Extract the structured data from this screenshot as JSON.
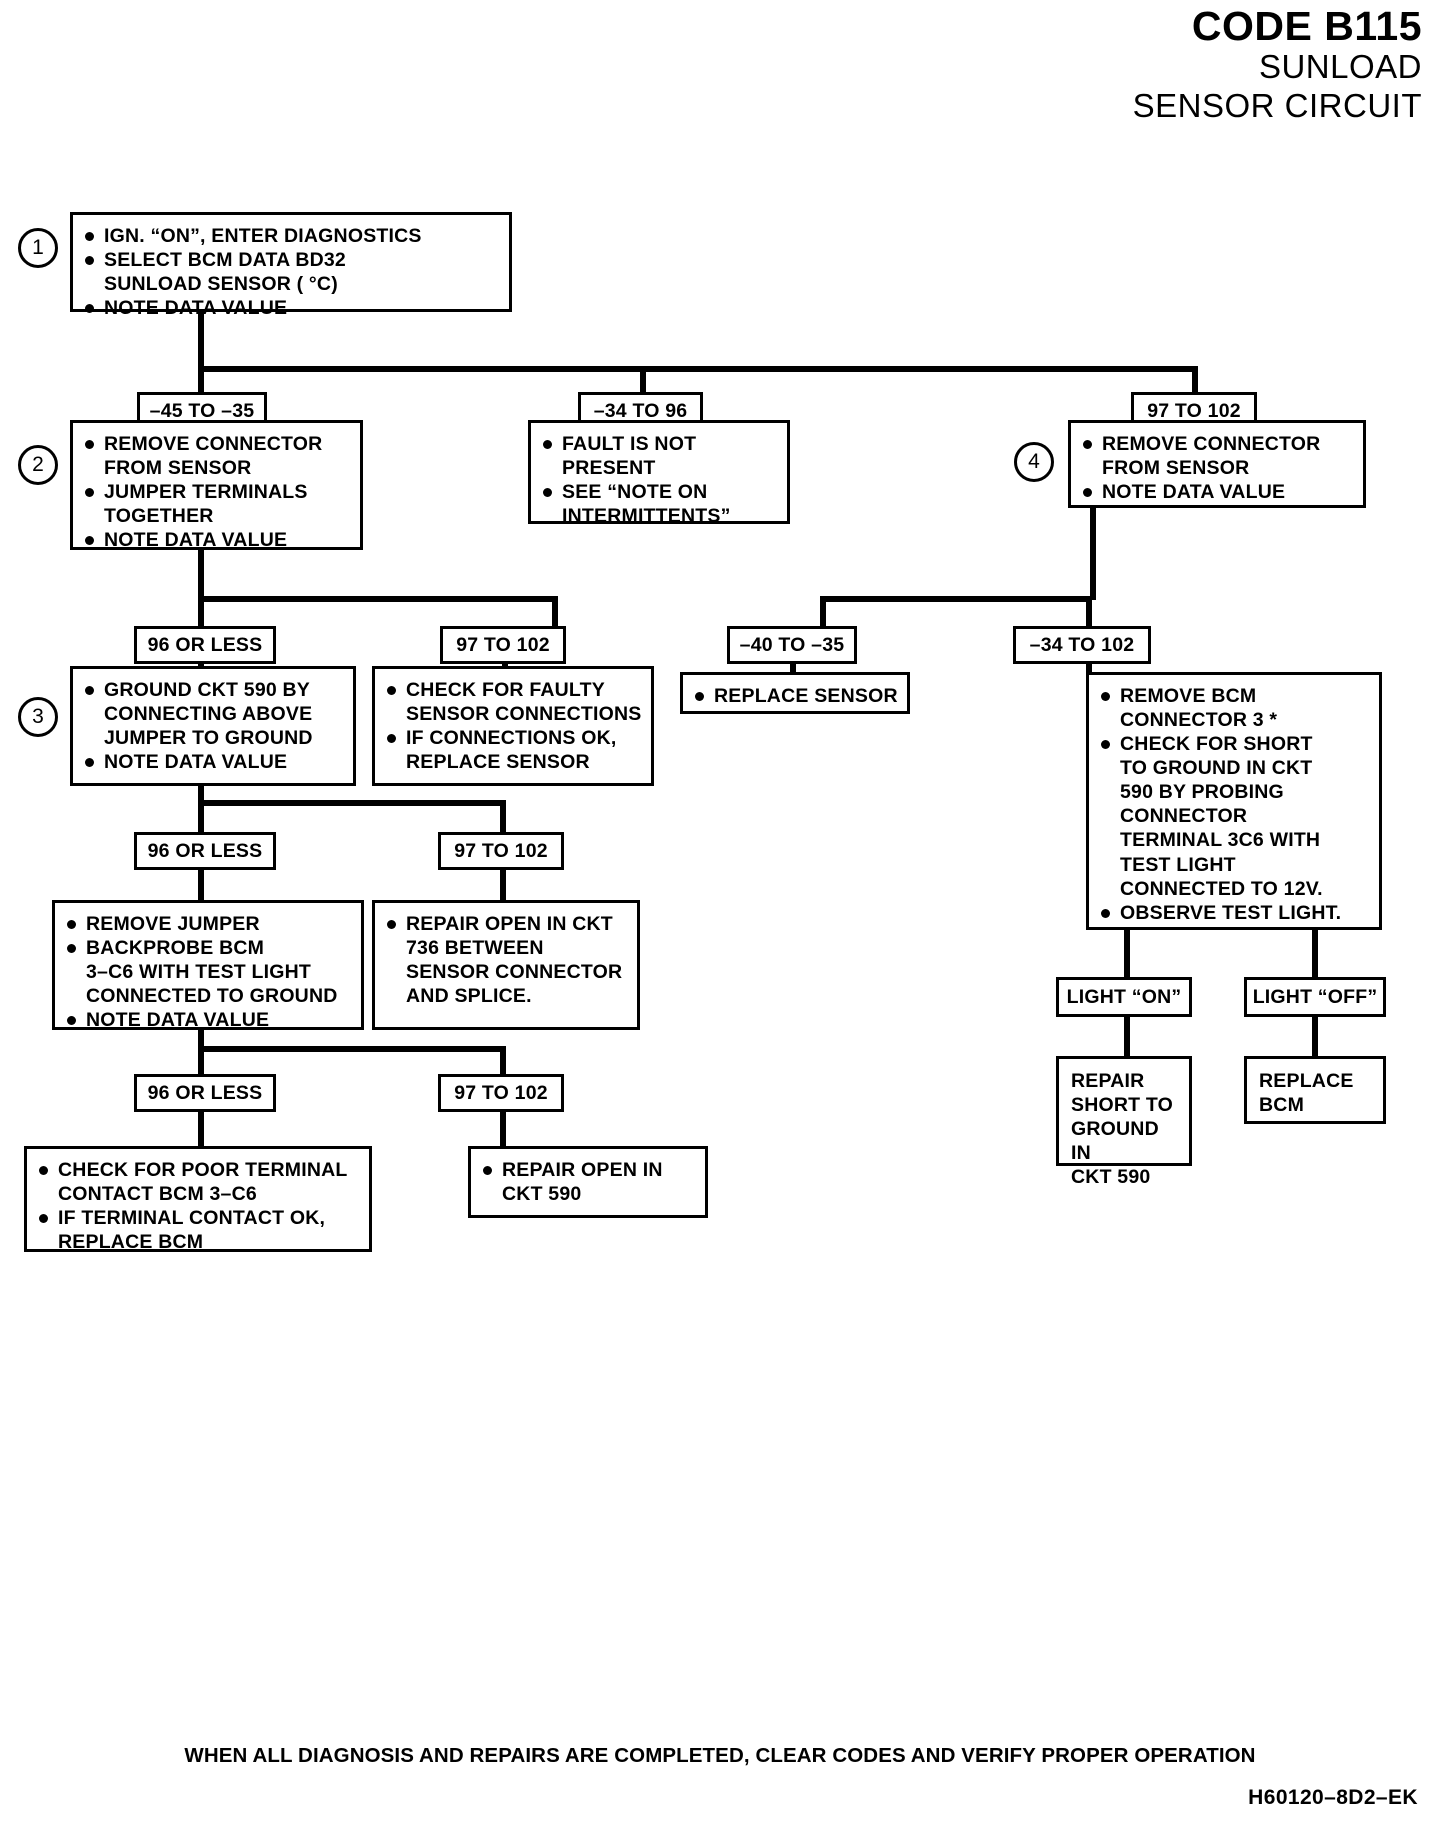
{
  "header": {
    "code": "CODE B115",
    "line2": "SUNLOAD",
    "line3": "SENSOR CIRCUIT"
  },
  "steps": {
    "s1": "1",
    "s2": "2",
    "s3": "3",
    "s4": "4"
  },
  "boxes": {
    "b1": {
      "lines": [
        "IGN. “ON”, ENTER DIAGNOSTICS",
        "SELECT BCM DATA BD32\nSUNLOAD SENSOR ( °C)",
        "NOTE DATA VALUE"
      ]
    },
    "b2": {
      "lines": [
        "REMOVE CONNECTOR\nFROM SENSOR",
        "JUMPER TERMINALS\nTOGETHER",
        "NOTE DATA VALUE"
      ]
    },
    "b_fault": {
      "lines": [
        "FAULT IS NOT\nPRESENT",
        "SEE “NOTE ON\nINTERMITTENTS”"
      ]
    },
    "b4": {
      "lines": [
        "REMOVE CONNECTOR\nFROM SENSOR",
        "NOTE DATA VALUE"
      ]
    },
    "b3": {
      "lines": [
        "GROUND CKT 590 BY\nCONNECTING ABOVE\nJUMPER TO GROUND",
        "NOTE  DATA VALUE"
      ]
    },
    "b_check_faulty": {
      "lines": [
        "CHECK FOR FAULTY\nSENSOR CONNECTIONS",
        "IF CONNECTIONS OK,\nREPLACE SENSOR"
      ]
    },
    "b_replace_sensor": {
      "lines": [
        "REPLACE SENSOR"
      ]
    },
    "b_bcm": {
      "lines": [
        "REMOVE BCM\nCONNECTOR 3 *",
        "CHECK FOR SHORT\nTO GROUND IN CKT\n590 BY PROBING\nCONNECTOR\nTERMINAL 3C6 WITH\nTEST LIGHT\nCONNECTED TO 12V.",
        "OBSERVE TEST LIGHT."
      ]
    },
    "b_remove_jumper": {
      "lines": [
        "REMOVE JUMPER",
        "BACKPROBE BCM\n3–C6 WITH TEST LIGHT\nCONNECTED TO GROUND",
        "NOTE DATA VALUE"
      ]
    },
    "b_repair_736": {
      "lines": [
        "REPAIR OPEN IN CKT\n736 BETWEEN\nSENSOR CONNECTOR\nAND SPLICE."
      ]
    },
    "b_repair_short": {
      "text": "REPAIR\nSHORT TO\nGROUND IN\nCKT 590"
    },
    "b_replace_bcm_right": {
      "text": "REPLACE\nBCM"
    },
    "b_poor_terminal": {
      "lines": [
        "CHECK FOR POOR TERMINAL\nCONTACT BCM 3–C6",
        "IF TERMINAL CONTACT OK,\nREPLACE BCM"
      ]
    },
    "b_repair_590": {
      "lines": [
        "REPAIR OPEN IN\nCKT 590"
      ]
    }
  },
  "labels": {
    "l_m45_m35": "–45 TO –35",
    "l_m34_96": "–34 TO 96",
    "l_97_102_a": "97 TO 102",
    "l_96_or_less_a": "96 OR LESS",
    "l_97_102_b": "97 TO 102",
    "l_m40_m35": "–40 TO –35",
    "l_m34_102": "–34 TO 102",
    "l_96_or_less_b": "96 OR LESS",
    "l_97_102_c": "97 TO 102",
    "l_96_or_less_c": "96 OR LESS",
    "l_97_102_d": "97 TO 102",
    "l_light_on": "LIGHT “ON”",
    "l_light_off": "LIGHT “OFF”"
  },
  "footer": {
    "note": "WHEN ALL DIAGNOSIS AND REPAIRS ARE COMPLETED, CLEAR CODES AND VERIFY PROPER OPERATION",
    "doc_code": "H60120–8D2–EK"
  }
}
